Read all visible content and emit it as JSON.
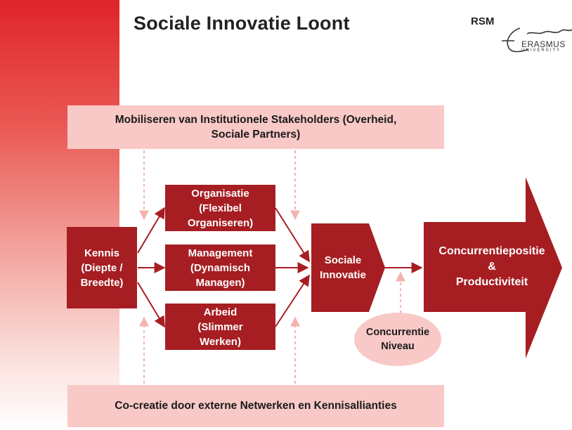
{
  "title": "Sociale Innovatie Loont",
  "logo": {
    "rsm": "RSM",
    "script": "Erasmus",
    "erasmus": "ERASMUS",
    "university": "UNIVERSITY"
  },
  "banner_top": "Mobiliseren van Institutionele Stakeholders  (Overheid,\nSociale Partners)",
  "banner_bottom": "Co-creatie door externe Netwerken en Kennisallianties",
  "nodes": {
    "kennis": "Kennis\n(Diepte /\nBreedte)",
    "organisatie": "Organisatie\n(Flexibel\nOrganiseren)",
    "management": "Management\n(Dynamisch\nManagen)",
    "arbeid": "Arbeid\n(Slimmer\nWerken)",
    "sociale_innovatie": "Sociale\nInnovatie",
    "concurrentiepositie": "Concurrentiepositie\n&\nProductiviteit",
    "concurrentie_niveau": "Concurrentie\nNiveau"
  },
  "colors": {
    "dark_red": "#a61e22",
    "pink": "#f8c9c6",
    "bar_red": "#e0242a"
  }
}
